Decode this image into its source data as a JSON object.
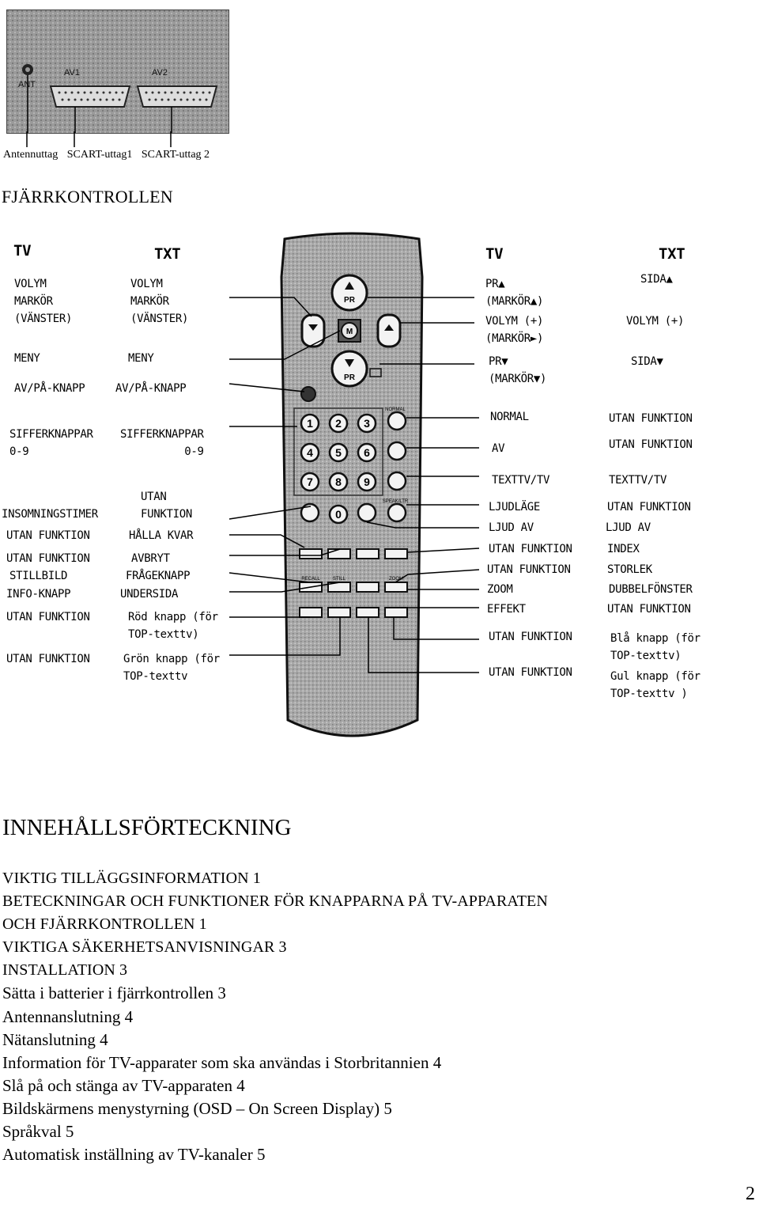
{
  "connectors": {
    "ant_label": "ANT",
    "av1_label": "AV1",
    "av2_label": "AV2",
    "captions": [
      "Antennuttag",
      "SCART-uttag1",
      "SCART-uttag 2"
    ]
  },
  "remote_heading": "FJÄRRKONTROLLEN",
  "diagram": {
    "left_col_headers": {
      "tv": "TV",
      "txt": "TXT"
    },
    "right_col_headers": {
      "tv": "TV",
      "txt": "TXT"
    },
    "left_labels": [
      {
        "tv": "VOLYM\nMARKÖR\n(VÄNSTER)",
        "txt": "VOLYM\nMARKÖR\n(VÄNSTER)"
      },
      {
        "tv": "MENY",
        "txt": "MENY"
      },
      {
        "tv": "AV/PÅ-KNAPP",
        "txt": "AV/PÅ-KNAPP"
      },
      {
        "tv": "SIFFERKNAPPAR\n0-9",
        "txt": "SIFFERKNAPPAR\n0-9"
      },
      {
        "tv": "INSOMNINGSTIMER",
        "txt": "UTAN\nFUNKTION"
      },
      {
        "tv": "UTAN FUNKTION",
        "txt": "HÅLLA KVAR"
      },
      {
        "tv": "UTAN FUNKTION",
        "txt": "AVBRYT"
      },
      {
        "tv": "STILLBILD",
        "txt": "FRÅGEKNAPP"
      },
      {
        "tv": "INFO-KNAPP",
        "txt": "UNDERSIDA"
      },
      {
        "tv": "UTAN FUNKTION",
        "txt": "Röd knapp (för\nTOP-texttv)"
      },
      {
        "tv": "UTAN FUNKTION",
        "txt": "Grön knapp (för\nTOP-texttv"
      }
    ],
    "right_labels": [
      {
        "tv": "PR▲\n(MARKÖR▲)",
        "txt": "SIDA▲"
      },
      {
        "tv": "VOLYM (+)\n(MARKÖR►)",
        "txt": "VOLYM (+)"
      },
      {
        "tv": "PR▼\n(MARKÖR▼)",
        "txt": "SIDA▼"
      },
      {
        "tv": "NORMAL",
        "txt": "UTAN FUNKTION"
      },
      {
        "tv": "AV",
        "txt": "UTAN FUNKTION"
      },
      {
        "tv": "TEXTTV/TV",
        "txt": "TEXTTV/TV"
      },
      {
        "tv": "LJUDLÄGE",
        "txt": "UTAN FUNKTION"
      },
      {
        "tv": "LJUD AV",
        "txt": "LJUD AV"
      },
      {
        "tv": "UTAN FUNKTION",
        "txt": "INDEX"
      },
      {
        "tv": "UTAN FUNKTION",
        "txt": "STORLEK"
      },
      {
        "tv": "ZOOM",
        "txt": "DUBBELFÖNSTER"
      },
      {
        "tv": "EFFEKT",
        "txt": "UTAN FUNKTION"
      },
      {
        "tv": "UTAN FUNKTION",
        "txt": "Blå knapp (för\nTOP-texttv)"
      },
      {
        "tv": "UTAN FUNKTION",
        "txt": "Gul knapp (för\nTOP-texttv )"
      }
    ],
    "remote_keys": {
      "pr": "PR",
      "menu": "M",
      "digits": [
        "1",
        "2",
        "3",
        "4",
        "5",
        "6",
        "7",
        "8",
        "9",
        "0"
      ],
      "normal": "NORMAL",
      "recall": "RECALL",
      "still": "STILL",
      "zoom": "ZOOM",
      "sound": "SPEAK/LTR"
    }
  },
  "toc": {
    "title": "INNEHÅLLSFÖRTECKNING",
    "entries": [
      {
        "text": "VIKTIG TILLÄGGSINFORMATION   1",
        "caps": true
      },
      {
        "text": "BETECKNINGAR OCH FUNKTIONER FÖR KNAPPARNA PÅ TV-APPARATEN",
        "caps": true
      },
      {
        "text": "OCH FJÄRRKONTROLLEN   1",
        "caps": true
      },
      {
        "text": "VIKTIGA SÄKERHETSANVISNINGAR  3",
        "caps": true
      },
      {
        "text": "INSTALLATION   3",
        "caps": true
      },
      {
        "text": "Sätta i batterier i fjärrkontrollen    3",
        "caps": false
      },
      {
        "text": "Antennanslutning    4",
        "caps": false
      },
      {
        "text": "Nätanslutning    4",
        "caps": false
      },
      {
        "text": "Information för TV-apparater som ska användas i Storbritannien    4",
        "caps": false
      },
      {
        "text": "Slå på och stänga av TV-apparaten    4",
        "caps": false
      },
      {
        "text": "Bildskärmens menystyrning (OSD – On Screen Display)    5",
        "caps": false
      },
      {
        "text": "Språkval    5",
        "caps": false
      },
      {
        "text": "Automatisk inställning av TV-kanaler    5",
        "caps": false
      }
    ]
  },
  "page_number": "2"
}
